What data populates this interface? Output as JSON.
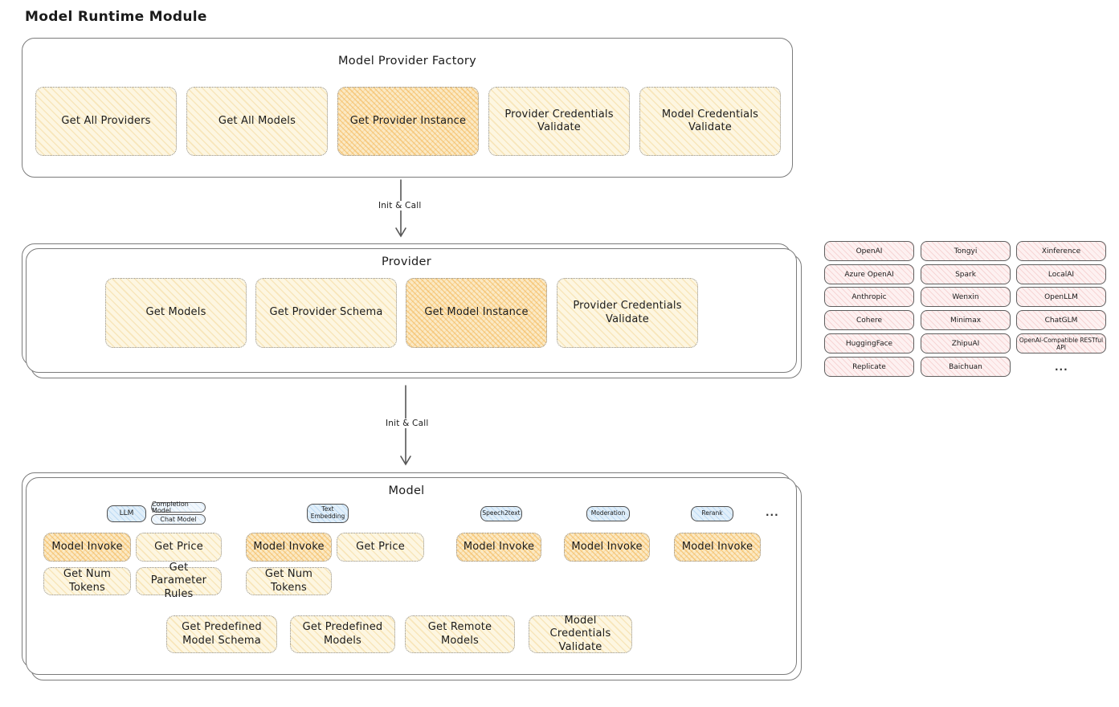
{
  "page_title": "Model Runtime Module",
  "factory": {
    "title": "Model Provider Factory",
    "boxes": [
      {
        "label": "Get All Providers",
        "highlight": false
      },
      {
        "label": "Get All Models",
        "highlight": false
      },
      {
        "label": "Get Provider Instance",
        "highlight": true
      },
      {
        "label": "Provider Credentials Validate",
        "highlight": false
      },
      {
        "label": "Model Credentials Validate",
        "highlight": false
      }
    ]
  },
  "arrows": [
    {
      "label": "Init & Call"
    },
    {
      "label": "Init & Call"
    }
  ],
  "provider": {
    "title": "Provider",
    "boxes": [
      {
        "label": "Get Models",
        "highlight": false
      },
      {
        "label": "Get Provider Schema",
        "highlight": false
      },
      {
        "label": "Get Model Instance",
        "highlight": true
      },
      {
        "label": "Provider Credentials Validate",
        "highlight": false
      }
    ]
  },
  "catalog": {
    "columns": [
      {
        "items": [
          "OpenAI",
          "Azure OpenAI",
          "Anthropic",
          "Cohere",
          "HuggingFace",
          "Replicate"
        ]
      },
      {
        "items": [
          "Tongyi",
          "Spark",
          "Wenxin",
          "Minimax",
          "ZhipuAI",
          "Baichuan"
        ]
      },
      {
        "items": [
          "Xinference",
          "LocalAI",
          "OpenLLM",
          "ChatGLM",
          "OpenAI-Compatible RESTful API"
        ]
      }
    ],
    "more": "..."
  },
  "model": {
    "title": "Model",
    "ellipsis": "...",
    "tags": {
      "llm": "LLM",
      "completion": "Completion Model",
      "chat": "Chat Model",
      "text_embedding": "Text Embedding",
      "speech2text": "Speech2text",
      "moderation": "Moderation",
      "rerank": "Rerank"
    },
    "functions": {
      "llm": [
        "Model Invoke",
        "Get Price",
        "Get Num Tokens",
        "Get Parameter Rules"
      ],
      "text_embedding": [
        "Model Invoke",
        "Get Price",
        "Get Num Tokens"
      ],
      "speech2text": [
        "Model Invoke"
      ],
      "moderation": [
        "Model Invoke"
      ],
      "rerank": [
        "Model Invoke"
      ]
    },
    "shared": [
      "Get Predefined Model Schema",
      "Get Predefined Models",
      "Get Remote Models",
      "Model Credentials Validate"
    ]
  },
  "colors": {
    "yellow_fill": "#fdf6e1",
    "orange_fill": "#fbe9c4",
    "pink_fill": "#fdf1f1",
    "blue_fill": "#e1effa",
    "stroke": "#7b7b7b"
  }
}
